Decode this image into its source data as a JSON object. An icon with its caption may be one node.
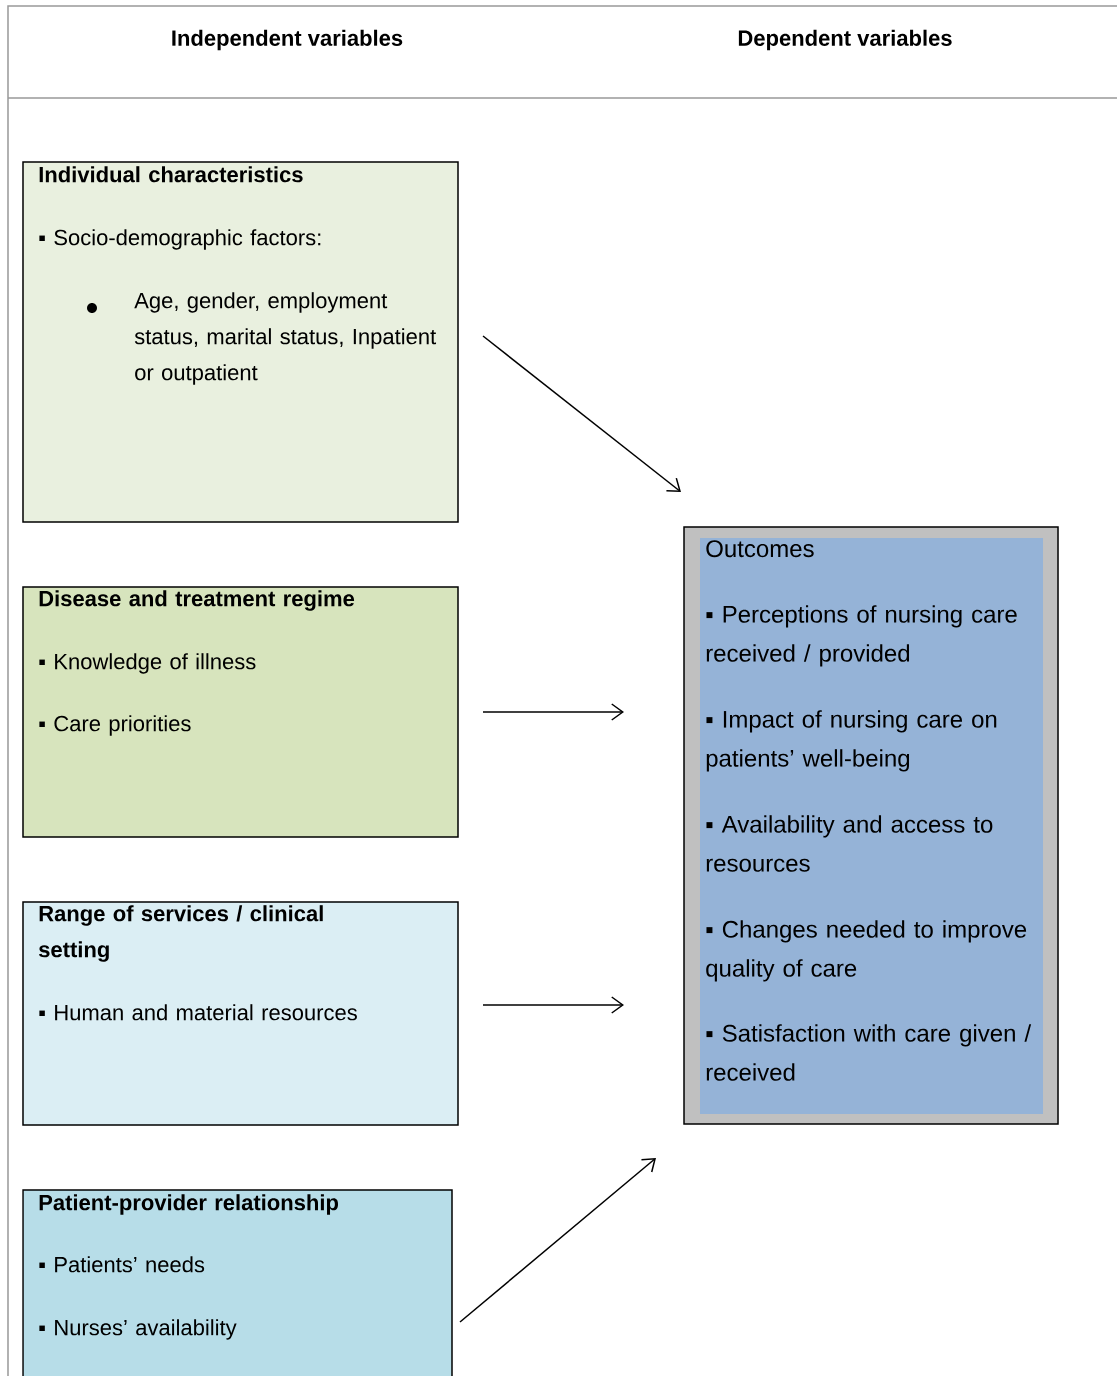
{
  "diagram": {
    "nodes": [
      {
        "text": [
          "Individual characteristics",
          "▪ Socio-demographic factors:",
          "Age, gender, employment status, marital status, Inpatient or outpatient"
        ]
      },
      {
        "text": [
          "Disease and treatment regime",
          "▪ Knowledge of illness",
          "▪ Care priorities"
        ]
      },
      {
        "text": [
          "Range of services / clinical setting",
          "▪ Human and material resources"
        ]
      },
      {
        "text": [
          "Patient-provider relationship",
          "▪ Patients’ needs",
          "▪ Nurses’ availability"
        ]
      },
      {
        "text": [
          "Outcomes",
          "▪ Perceptions of nursing care received / provided",
          "▪ Impact of nursing care on patients’ well-being",
          "▪ Availability and access to resources",
          "▪ Changes needed to improve quality of care",
          "▪ Satisfaction with care given / received"
        ]
      }
    ],
    "edges": [
      {
        "from": 0,
        "to": 4,
        "arrow": "to"
      },
      {
        "from": 1,
        "to": 4,
        "arrow": "to"
      },
      {
        "from": 2,
        "to": 4,
        "arrow": "to"
      },
      {
        "from": 3,
        "to": 4,
        "arrow": "to"
      }
    ],
    "labels": [
      "Independent variables",
      "Dependent variables"
    ]
  }
}
